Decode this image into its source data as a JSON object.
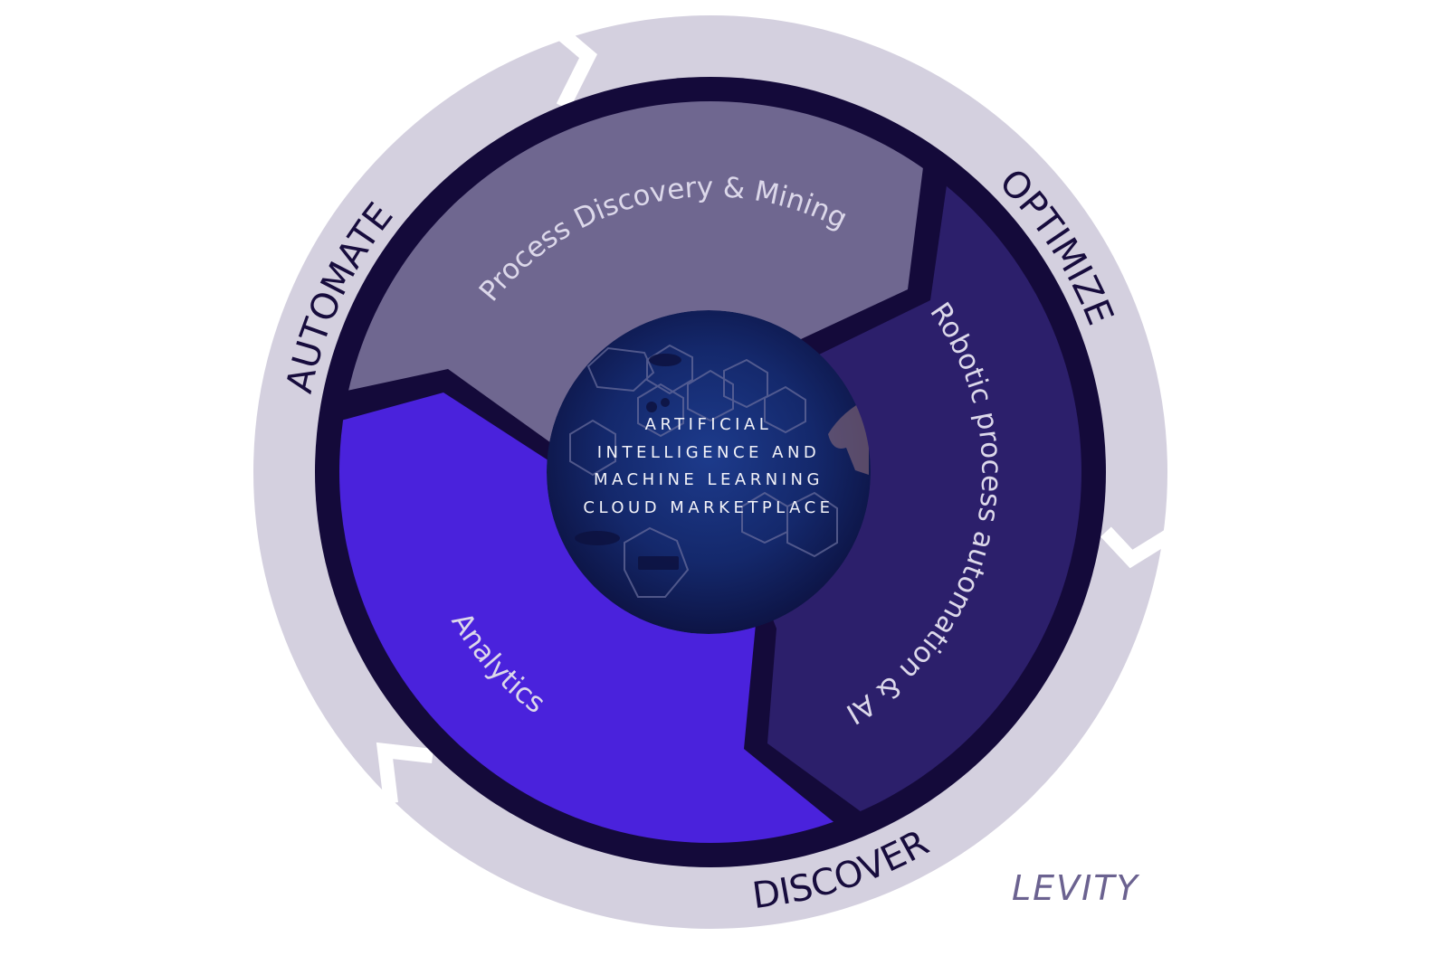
{
  "cycle_labels": {
    "automate": "AUTOMATE",
    "optimize": "OPTIMIZE",
    "discover": "DISCOVER"
  },
  "segments": {
    "process": "Process Discovery & Mining",
    "rpa": "Robotic process automation & AI",
    "analytics": "Analytics"
  },
  "center": {
    "lines": [
      "ARTIFICIAL",
      "INTELLIGENCE AND",
      "MACHINE LEARNING",
      "CLOUD MARKETPLACE"
    ]
  },
  "logo": "LEVITY",
  "colors": {
    "outer_ring": "#d4d0df",
    "dark": "#140a3a",
    "process": "#6f6790",
    "rpa": "#2c1f6b",
    "analytics": "#4a22dc"
  }
}
